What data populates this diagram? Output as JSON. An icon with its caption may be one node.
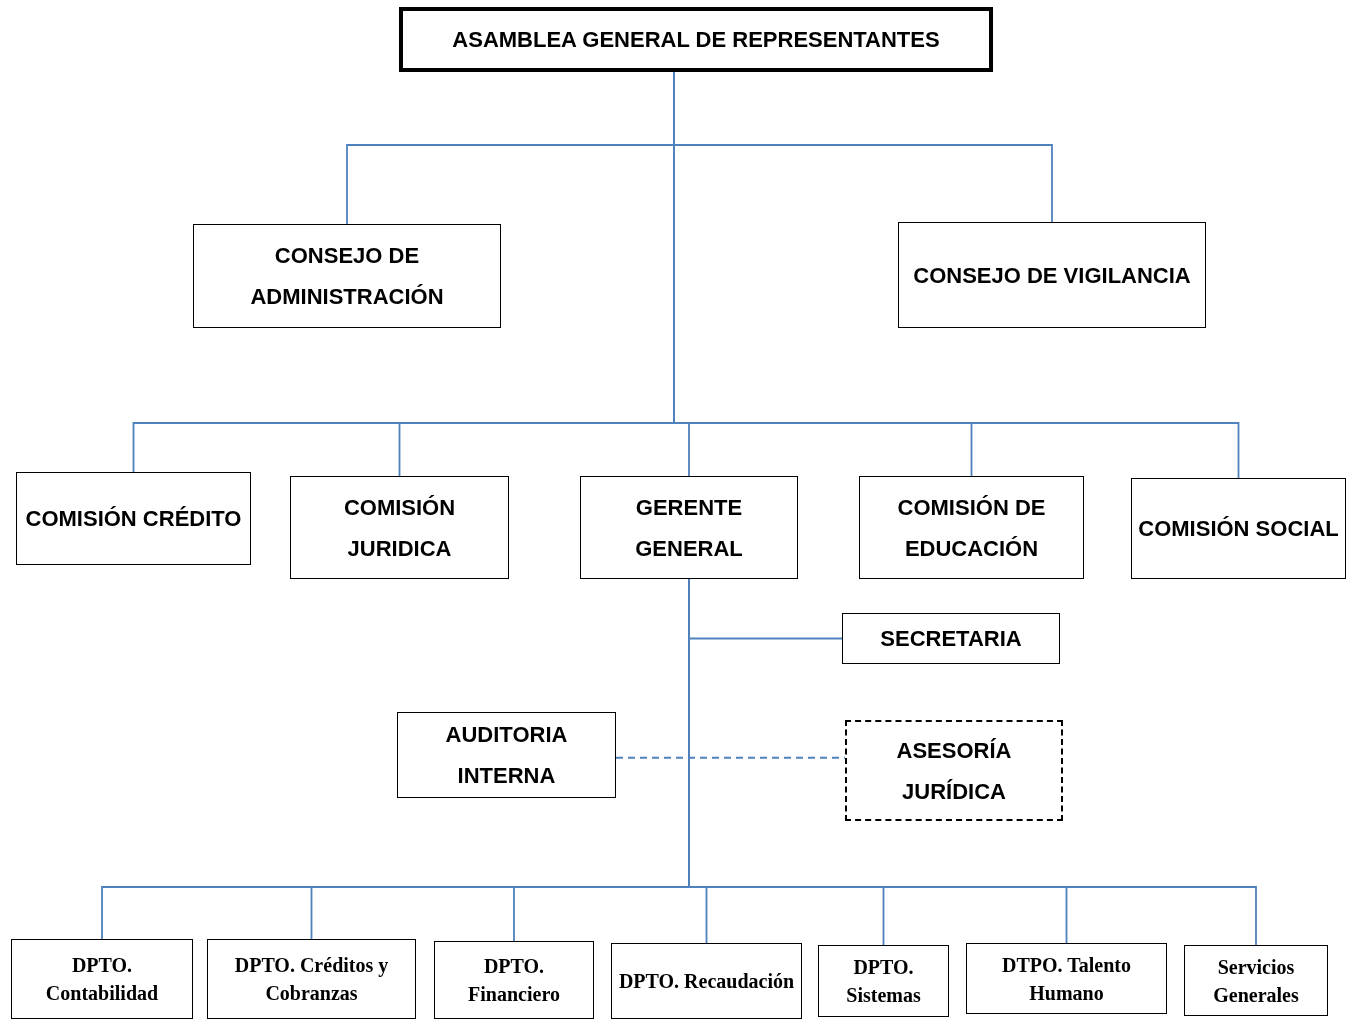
{
  "diagram": {
    "nodes": [
      {
        "text": [
          "ASAMBLEA GENERAL DE  REPRESENTANTES"
        ]
      },
      {
        "text": [
          "CONSEJO DE ADMINISTRACIÓN"
        ]
      },
      {
        "text": [
          "CONSEJO DE VIGILANCIA"
        ]
      },
      {
        "text": [
          "COMISIÓN CRÉDITO"
        ]
      },
      {
        "text": [
          "COMISIÓN JURIDICA"
        ]
      },
      {
        "text": [
          "GERENTE GENERAL"
        ]
      },
      {
        "text": [
          "COMISIÓN DE EDUCACIÓN"
        ]
      },
      {
        "text": [
          "COMISIÓN SOCIAL"
        ]
      },
      {
        "text": [
          "SECRETARIA"
        ]
      },
      {
        "text": [
          "AUDITORIA INTERNA"
        ]
      },
      {
        "text": [
          "ASESORÍA JURÍDICA"
        ]
      },
      {
        "text": [
          "DPTO. Contabilidad"
        ]
      },
      {
        "text": [
          "DPTO. Créditos y Cobranzas"
        ]
      },
      {
        "text": [
          "DPTO. Financiero"
        ]
      },
      {
        "text": [
          "DPTO. Recaudación"
        ]
      },
      {
        "text": [
          "DPTO. Sistemas"
        ]
      },
      {
        "text": [
          "DTPO. Talento Humano"
        ]
      },
      {
        "text": [
          "Servicios Generales"
        ]
      }
    ],
    "edges": [
      {
        "from": 0,
        "to": 1,
        "arrow": "none"
      },
      {
        "from": 0,
        "to": 2,
        "arrow": "none"
      },
      {
        "from": 0,
        "to": 3,
        "arrow": "none"
      },
      {
        "from": 0,
        "to": 4,
        "arrow": "none"
      },
      {
        "from": 0,
        "to": 5,
        "arrow": "none"
      },
      {
        "from": 0,
        "to": 6,
        "arrow": "none"
      },
      {
        "from": 0,
        "to": 7,
        "arrow": "none"
      },
      {
        "from": 5,
        "to": 8,
        "arrow": "none"
      },
      {
        "from": 9,
        "to": 10,
        "arrow": "none",
        "style": "dashed"
      },
      {
        "from": 5,
        "to": 11,
        "arrow": "none"
      },
      {
        "from": 5,
        "to": 12,
        "arrow": "none"
      },
      {
        "from": 5,
        "to": 13,
        "arrow": "none"
      },
      {
        "from": 5,
        "to": 14,
        "arrow": "none"
      },
      {
        "from": 5,
        "to": 15,
        "arrow": "none"
      },
      {
        "from": 5,
        "to": 16,
        "arrow": "none"
      },
      {
        "from": 5,
        "to": 17,
        "arrow": "none"
      }
    ]
  }
}
